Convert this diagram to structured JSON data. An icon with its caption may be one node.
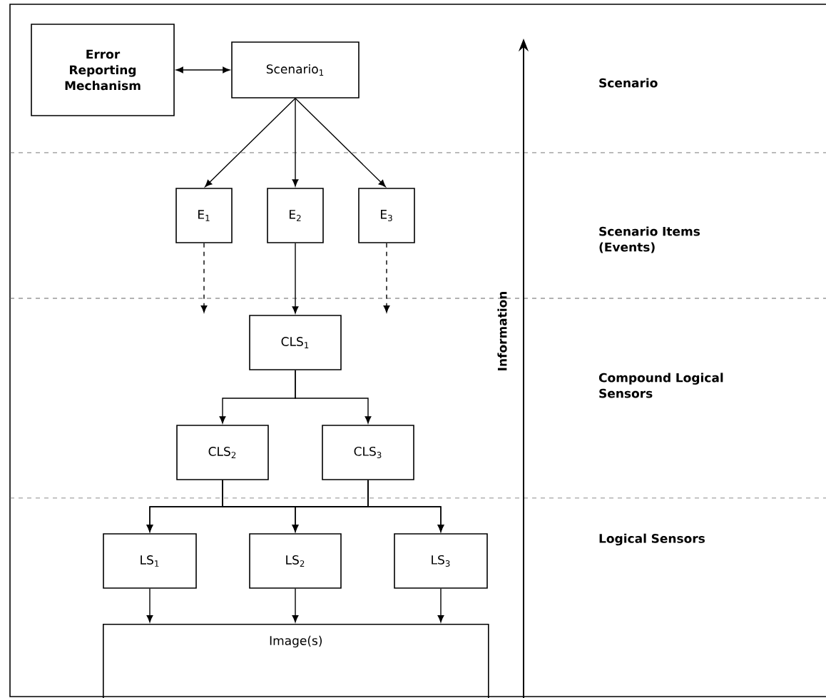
{
  "diagram": {
    "nodes": [
      {
        "text": [
          "Error Reporting Mechanism"
        ]
      },
      {
        "text": [
          "Scenario$_{1}$"
        ]
      },
      {
        "text": [
          "E$_{1}$"
        ]
      },
      {
        "text": [
          "E$_{2}$"
        ]
      },
      {
        "text": [
          "E$_{3}$"
        ]
      },
      {
        "text": [
          "CLS$_{1}$"
        ]
      },
      {
        "text": [
          "CLS$_{2}$"
        ]
      },
      {
        "text": [
          "CLS$_{3}$"
        ]
      },
      {
        "text": [
          "LS$_{1}$"
        ]
      },
      {
        "text": [
          "LS$_{2}$"
        ]
      },
      {
        "text": [
          "LS$_{3}$"
        ]
      },
      {
        "text": [
          "Image(s)"
        ]
      }
    ],
    "edges": [
      {
        "from": 0,
        "to": 1,
        "arrow": "both"
      },
      {
        "from": 1,
        "to": 2,
        "arrow": "to"
      },
      {
        "from": 1,
        "to": 3,
        "arrow": "to"
      },
      {
        "from": 1,
        "to": 4,
        "arrow": "to"
      },
      {
        "from": 2,
        "to": null,
        "arrow": "to",
        "style": "dashed"
      },
      {
        "from": 3,
        "to": 5,
        "arrow": "to"
      },
      {
        "from": 4,
        "to": null,
        "arrow": "to",
        "style": "dashed"
      },
      {
        "from": 5,
        "to": 6,
        "arrow": "to"
      },
      {
        "from": 5,
        "to": 7,
        "arrow": "to"
      },
      {
        "from": 6,
        "to": 8,
        "arrow": "to"
      },
      {
        "from": 6,
        "to": 9,
        "arrow": "to"
      },
      {
        "from": 6,
        "to": 10,
        "arrow": "to"
      },
      {
        "from": 7,
        "to": 8,
        "arrow": "to"
      },
      {
        "from": 7,
        "to": 9,
        "arrow": "to"
      },
      {
        "from": 7,
        "to": 10,
        "arrow": "to"
      },
      {
        "from": 8,
        "to": 11,
        "arrow": "to"
      },
      {
        "from": 9,
        "to": 11,
        "arrow": "to"
      },
      {
        "from": 10,
        "to": 11,
        "arrow": "to"
      }
    ],
    "labels": [
      "Scenario",
      "Scenario Items (Events)",
      "Compound Logical Sensors",
      "Logical Sensors",
      "Information"
    ]
  }
}
